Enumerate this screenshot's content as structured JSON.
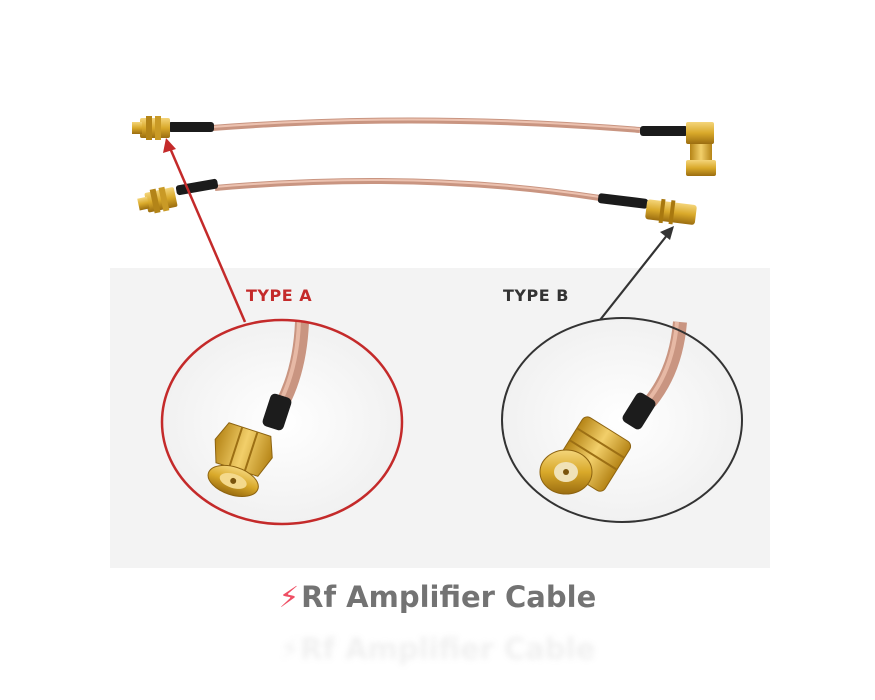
{
  "labels": {
    "type_a": "TYPE A",
    "type_b": "TYPE B"
  },
  "caption": {
    "icon": "lightning-bolt-icon",
    "symbol": "⚡",
    "text": "Rf Amplifier Cable"
  },
  "colors": {
    "type_a_accent": "#c42a2a",
    "type_b_accent": "#333333",
    "cable": "#d8a48c",
    "connector_gold": "#d9a92a",
    "caption_text": "#737373",
    "bolt": "#ef4f64"
  }
}
